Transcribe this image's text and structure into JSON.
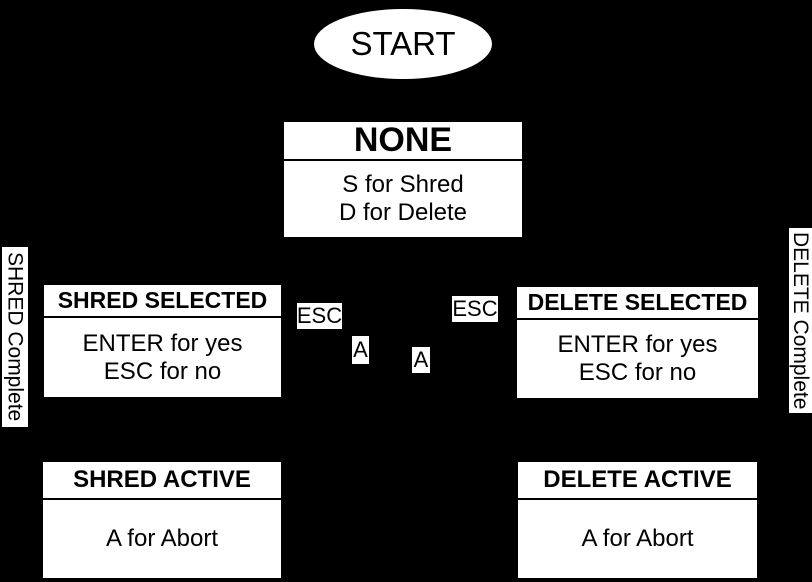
{
  "colors": {
    "background": "#000000",
    "node_fill": "#ffffff",
    "node_text": "#000000"
  },
  "start": {
    "label": "START"
  },
  "states": {
    "none": {
      "title": "NONE",
      "lines": [
        "S for Shred",
        "D for Delete"
      ]
    },
    "shred_selected": {
      "title": "SHRED SELECTED",
      "lines": [
        "ENTER for yes",
        "ESC for no"
      ]
    },
    "delete_selected": {
      "title": "DELETE SELECTED",
      "lines": [
        "ENTER for yes",
        "ESC for no"
      ]
    },
    "shred_active": {
      "title": "SHRED ACTIVE",
      "lines": [
        "A for Abort"
      ]
    },
    "delete_active": {
      "title": "DELETE ACTIVE",
      "lines": [
        "A for Abort"
      ]
    }
  },
  "edge_labels": {
    "esc_left": "ESC",
    "esc_right": "ESC",
    "a_left": "A",
    "a_right": "A",
    "shred_complete": "SHRED Complete",
    "delete_complete": "DELETE Complete"
  }
}
